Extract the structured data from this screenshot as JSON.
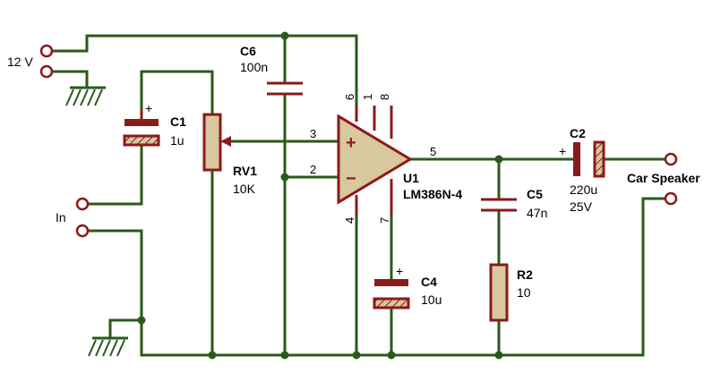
{
  "terminals": {
    "supply": "12 V",
    "input": "In",
    "speaker": "Car Speaker"
  },
  "components": {
    "c6": {
      "ref": "C6",
      "value": "100n"
    },
    "c1": {
      "ref": "C1",
      "value": "1u",
      "polarity": "+"
    },
    "rv1": {
      "ref": "RV1",
      "value": "10K"
    },
    "u1": {
      "ref": "U1",
      "value": "LM386N-4",
      "plus": "+",
      "minus": "−"
    },
    "c2": {
      "ref": "C2",
      "value": "220u",
      "voltage": "25V",
      "polarity": "+"
    },
    "c5": {
      "ref": "C5",
      "value": "47n"
    },
    "c4": {
      "ref": "C4",
      "value": "10u",
      "polarity": "+"
    },
    "r2": {
      "ref": "R2",
      "value": "10"
    }
  },
  "pins": {
    "p3": "3",
    "p2": "2",
    "p6": "6",
    "p1": "1",
    "p8": "8",
    "p4": "4",
    "p7": "7",
    "p5": "5"
  },
  "colors": {
    "wire": "#2a5a1a",
    "component": "#8b1a1a",
    "fill": "#d8c8a0"
  }
}
